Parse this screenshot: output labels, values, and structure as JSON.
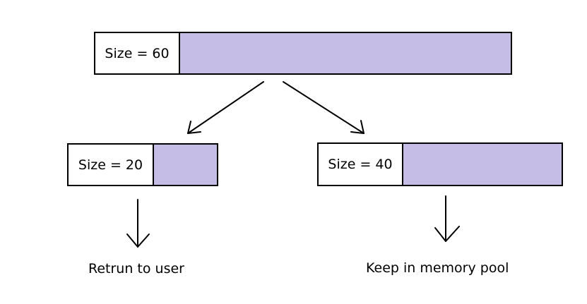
{
  "blocks": {
    "parent": {
      "label": "Size = 60",
      "fill_color": "#c6bde6"
    },
    "left": {
      "label": "Size = 20",
      "fill_color": "#c6bde6"
    },
    "right": {
      "label": "Size = 40",
      "fill_color": "#c6bde6"
    }
  },
  "captions": {
    "left": "Retrun to user",
    "right": "Keep in memory pool"
  }
}
